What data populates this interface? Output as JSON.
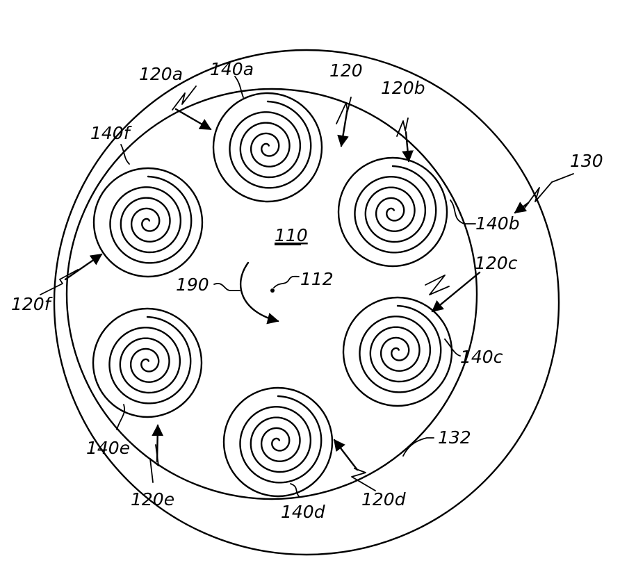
{
  "figure": {
    "labels": {
      "center_region": "110",
      "center_point": "112",
      "rotation": "190",
      "inner_boundary": "120",
      "outer_ring": "130",
      "inner_wall": "132",
      "pocket_a": "120a",
      "pocket_b": "120b",
      "pocket_c": "120c",
      "pocket_d": "120d",
      "pocket_e": "120e",
      "pocket_f": "120f",
      "coil_a": "140a",
      "coil_b": "140b",
      "coil_c": "140c",
      "coil_d": "140d",
      "coil_e": "140e",
      "coil_f": "140f"
    },
    "line_color": "#000000",
    "background_color": "#ffffff"
  }
}
